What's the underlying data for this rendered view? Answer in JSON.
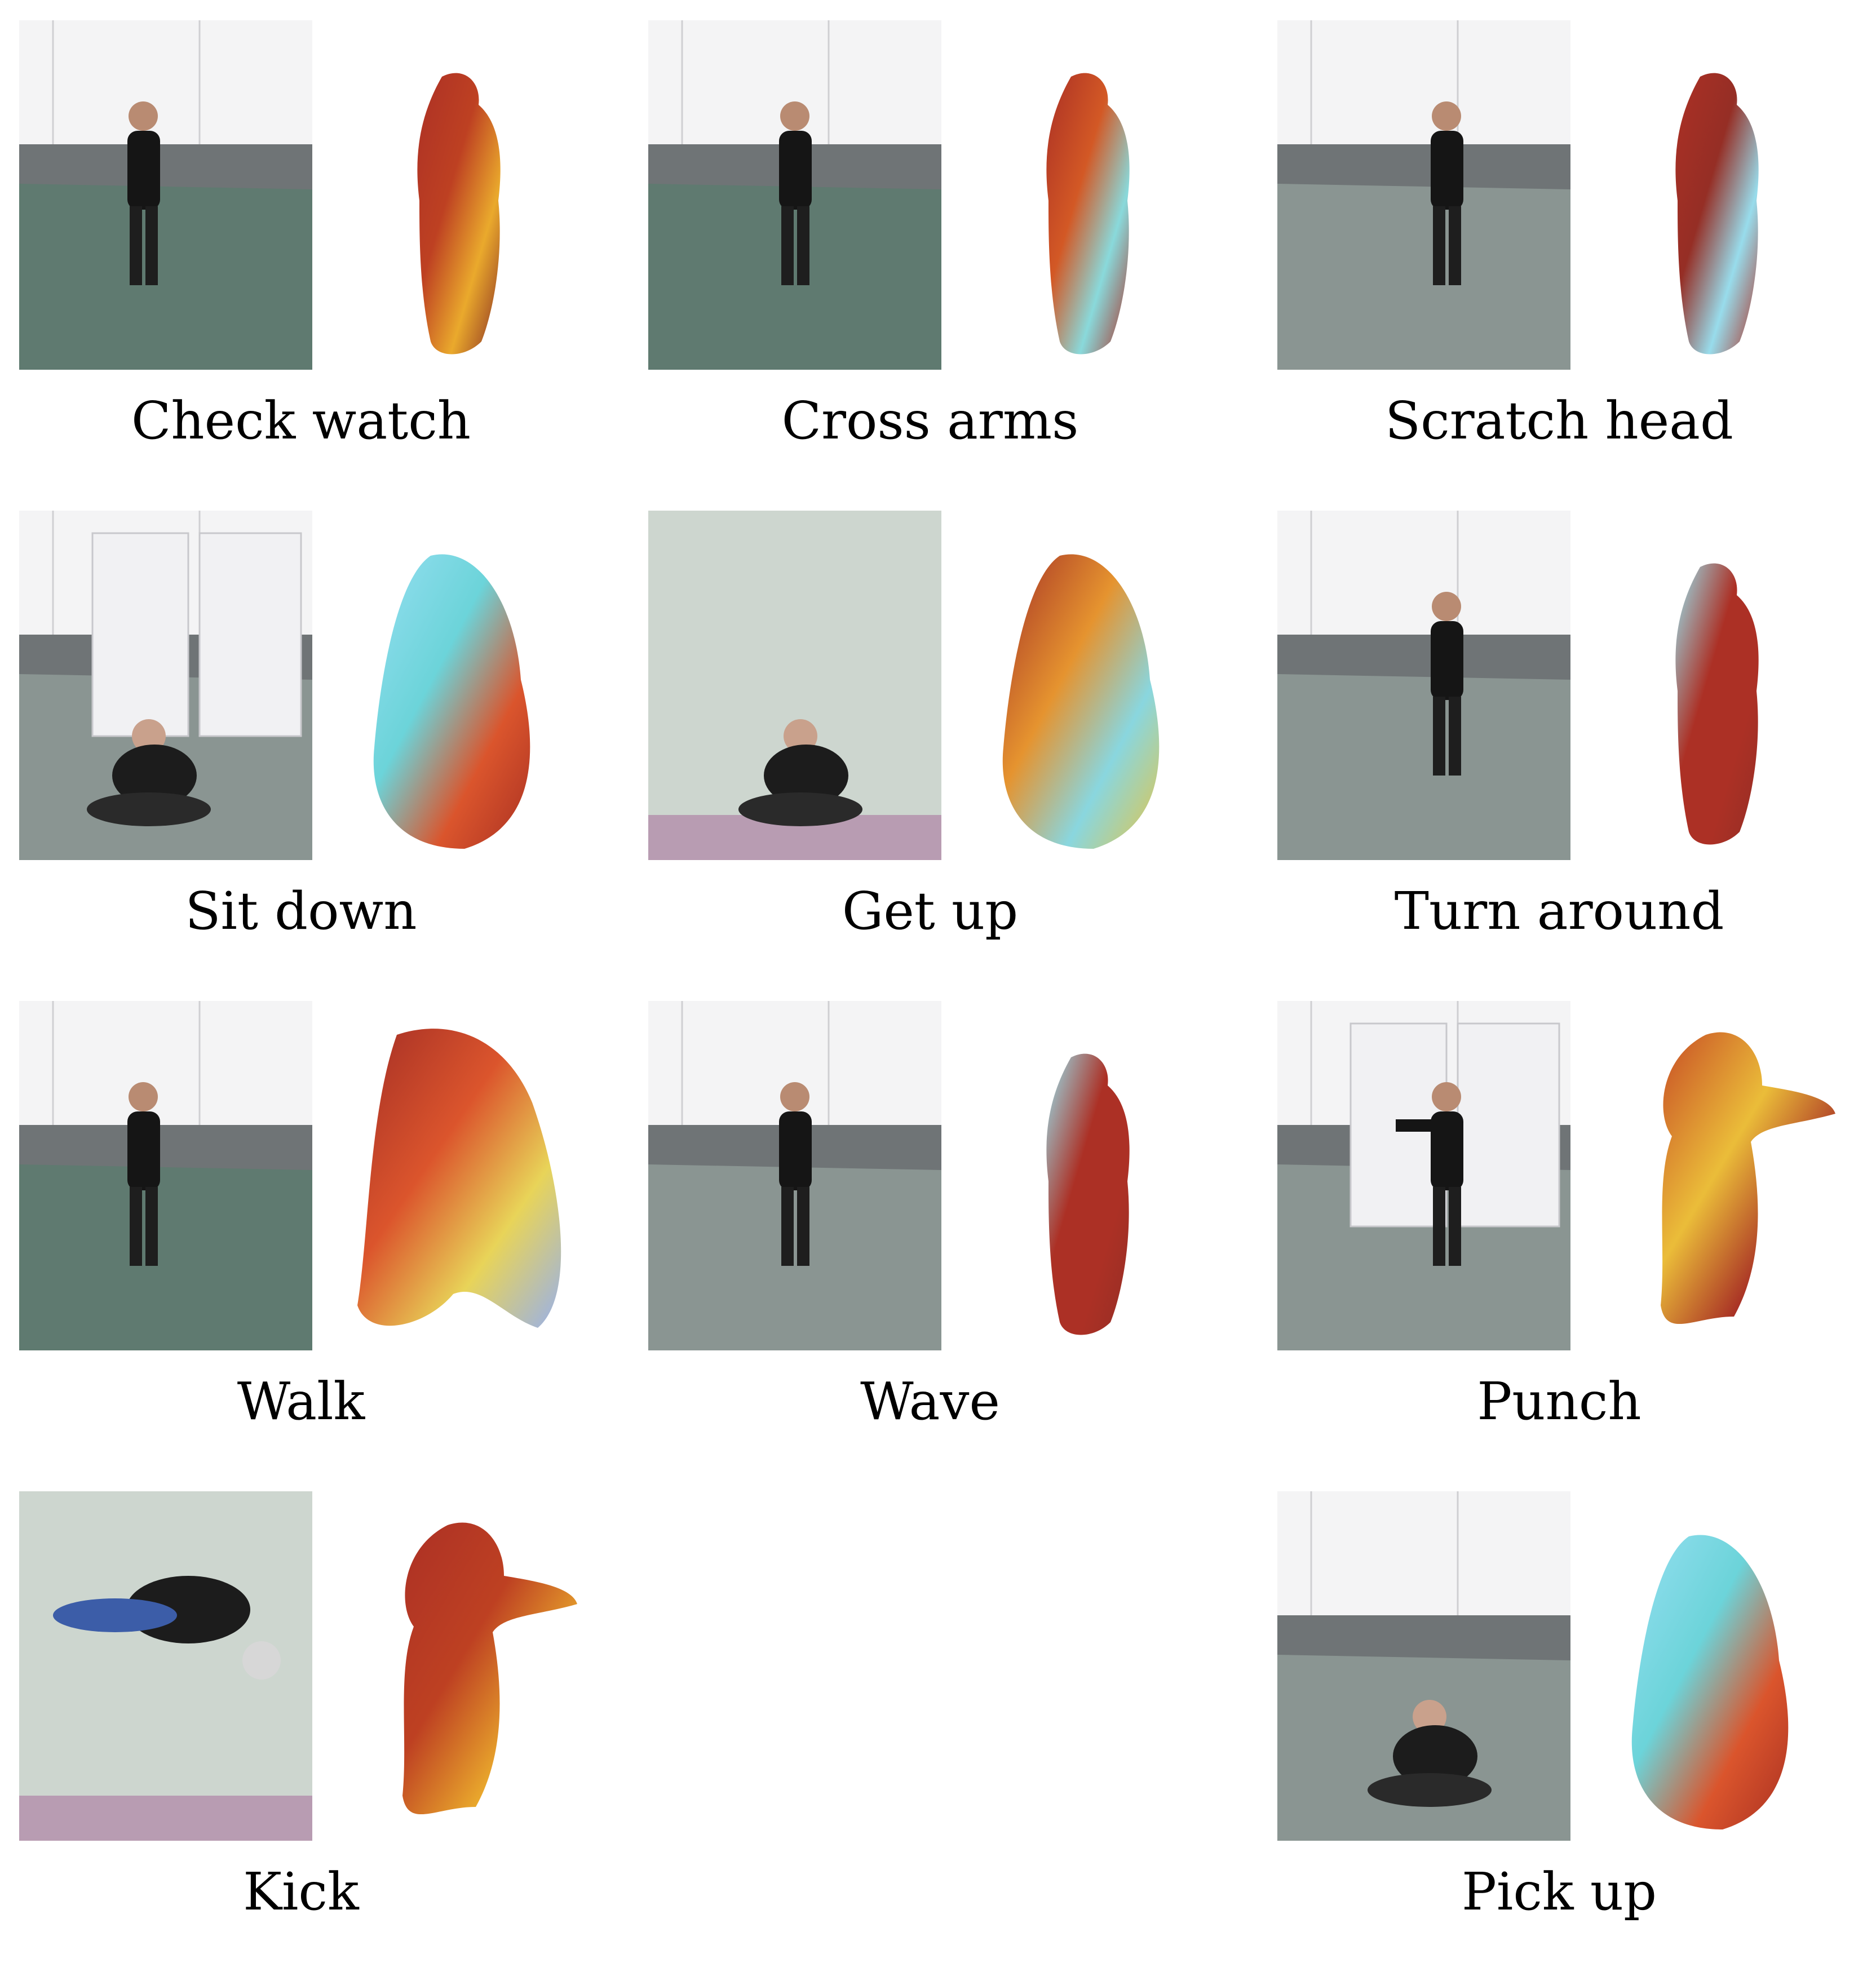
{
  "figure": {
    "actions": [
      {
        "label": "Check watch",
        "scene": "room-carpet",
        "pose": "stand",
        "heat": "warm-top"
      },
      {
        "label": "Cross arms",
        "scene": "room-carpet",
        "pose": "stand",
        "heat": "cool-side"
      },
      {
        "label": "Scratch head",
        "scene": "room-floor",
        "pose": "stand",
        "heat": "cool-back"
      },
      {
        "label": "Sit down",
        "scene": "room-doors",
        "pose": "sit",
        "heat": "cool-top"
      },
      {
        "label": "Get up",
        "scene": "overhead",
        "pose": "crouch",
        "heat": "mixed"
      },
      {
        "label": "Turn around",
        "scene": "room-floor",
        "pose": "stand",
        "heat": "cool-edge"
      },
      {
        "label": "Walk",
        "scene": "room-carpet",
        "pose": "walk",
        "heat": "rainbow"
      },
      {
        "label": "Wave",
        "scene": "room-floor",
        "pose": "stand",
        "heat": "cool-edge"
      },
      {
        "label": "Punch",
        "scene": "room-doors",
        "pose": "punch",
        "heat": "warm-arm"
      },
      {
        "label": "Kick",
        "scene": "overhead",
        "pose": "kick",
        "heat": "warm-top"
      },
      {
        "label": "Pick up",
        "scene": "room-floor",
        "pose": "crouch",
        "heat": "cool-top"
      }
    ]
  }
}
